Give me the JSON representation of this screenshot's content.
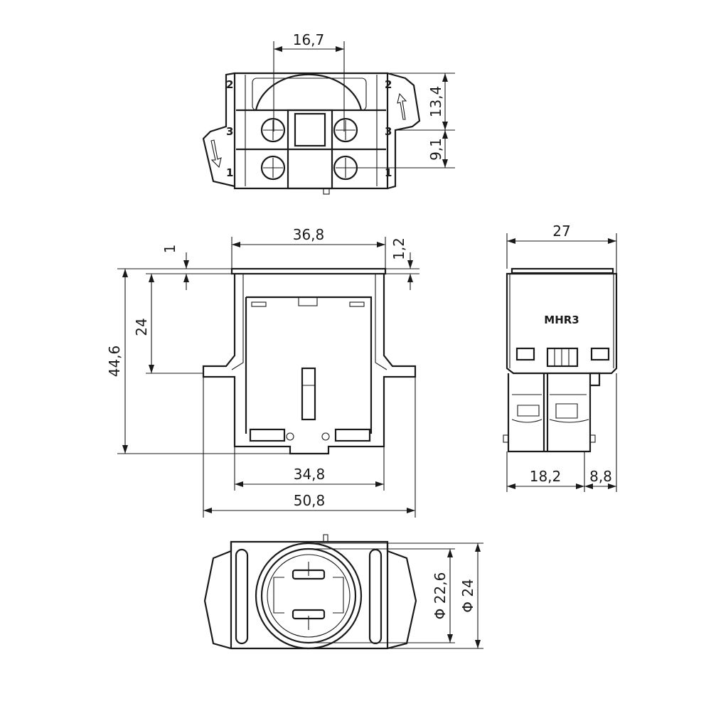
{
  "top_view": {
    "width_label": "16,7",
    "height_upper_label": "13,4",
    "height_lower_label": "9,1",
    "terminal_labels_left": [
      "2",
      "3",
      "1"
    ],
    "terminal_labels_right": [
      "2",
      "3",
      "1"
    ]
  },
  "front_view": {
    "top_width_label": "36,8",
    "top_offset_label": "1",
    "right_offset_label": "1,2",
    "flange_height_label": "24",
    "total_height_label": "44,6",
    "base_width_label": "34,8",
    "flange_width_label": "50,8"
  },
  "side_view": {
    "width_label": "27",
    "model_label": "MHR3",
    "terminal_width_label": "18,2",
    "offset_label": "8,8"
  },
  "bottom_view": {
    "inner_diameter_label": "Φ 22,6",
    "outer_diameter_label": "Φ 24"
  }
}
